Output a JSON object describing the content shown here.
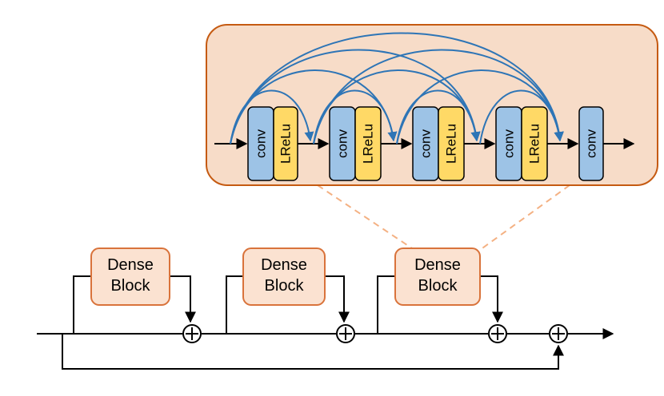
{
  "detail": {
    "layers": [
      {
        "conv": "conv",
        "act": "LReLu"
      },
      {
        "conv": "conv",
        "act": "LReLu"
      },
      {
        "conv": "conv",
        "act": "LReLu"
      },
      {
        "conv": "conv",
        "act": "LReLu"
      },
      {
        "conv": "conv"
      }
    ]
  },
  "blocks": [
    {
      "line1": "Dense",
      "line2": "Block"
    },
    {
      "line1": "Dense",
      "line2": "Block"
    },
    {
      "line1": "Dense",
      "line2": "Block"
    }
  ],
  "colors": {
    "panel_fill": "#f7dcc8",
    "panel_border": "#c55a11",
    "conv_fill": "#9dc3e6",
    "act_fill": "#ffd966",
    "skip_arrow": "#2e75b6",
    "block_fill": "#fbe2d1",
    "block_border": "#d9733b",
    "zoom_dash": "#f4b183",
    "line": "#000000"
  }
}
